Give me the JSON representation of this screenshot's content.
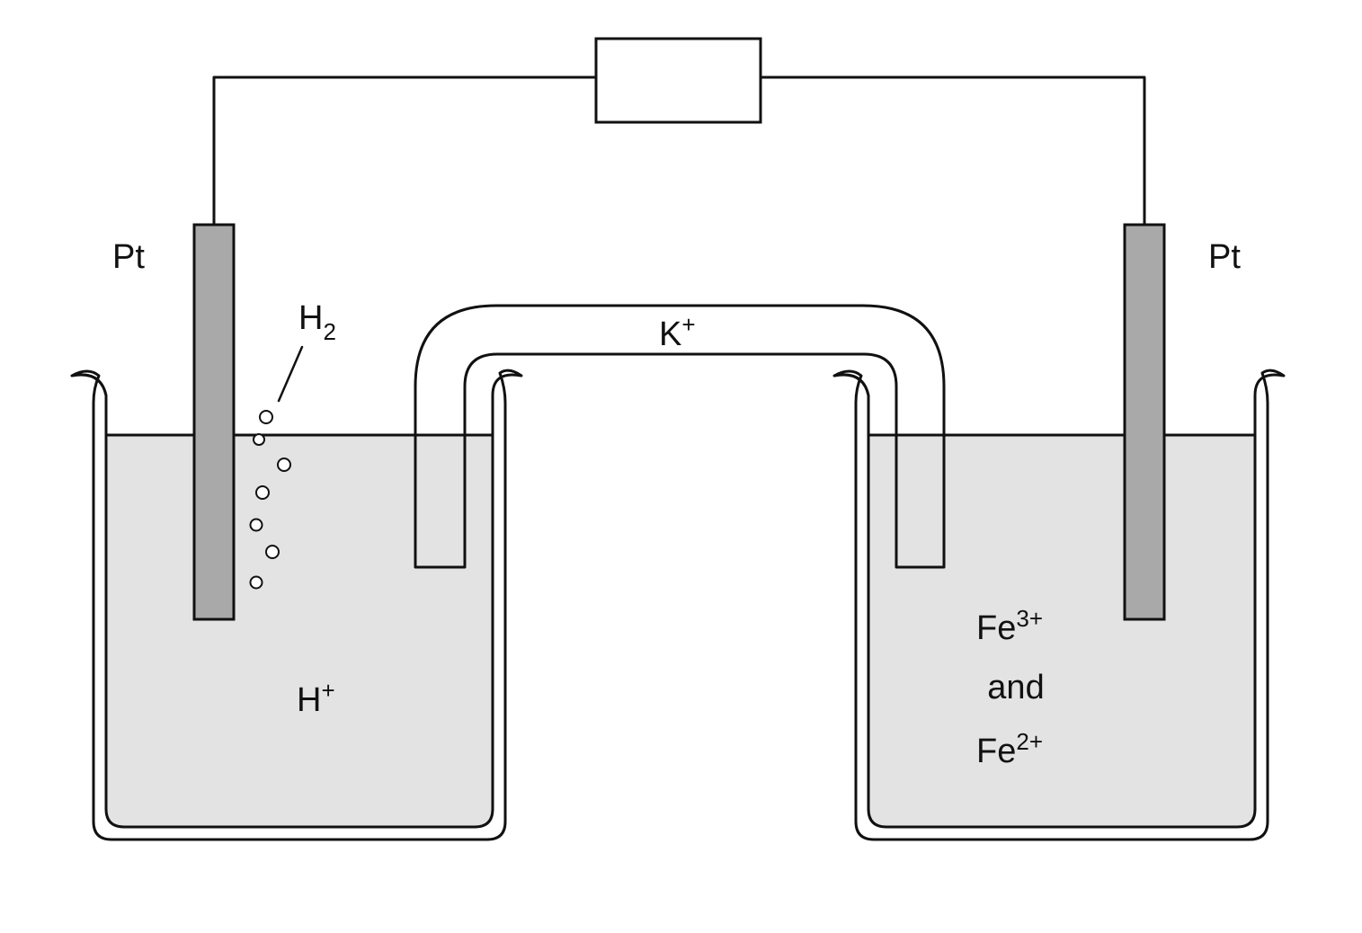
{
  "labels": {
    "left_electrode": "Pt",
    "right_electrode": "Pt",
    "gas": {
      "base": "H",
      "sub": "2"
    },
    "salt_bridge_ion": {
      "base": "K",
      "sup": "+"
    },
    "left_solution_ion": {
      "base": "H",
      "sup": "+"
    },
    "right_solution": {
      "ion1": {
        "base": "Fe",
        "sup": "3+"
      },
      "conjunction": "and",
      "ion2": {
        "base": "Fe",
        "sup": "2+"
      }
    }
  },
  "colors": {
    "solution": "#e3e3e3",
    "salt_bridge": "#ececec",
    "electrode": "#a9a9a9",
    "line": "#111111"
  }
}
